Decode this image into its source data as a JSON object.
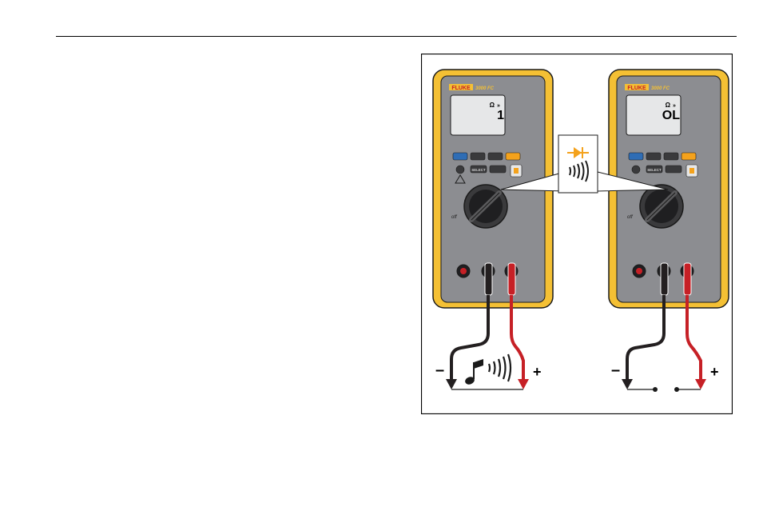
{
  "page": {
    "rule_visible": true
  },
  "figure": {
    "meters": [
      {
        "brand": "FLUKE",
        "model": "3000 FC",
        "subtitle": "TRUE-RMS MULTIMETER",
        "display_symbol": "Ω",
        "display_value": "1",
        "mode": "off"
      },
      {
        "brand": "FLUKE",
        "model": "3000 FC",
        "subtitle": "TRUE-RMS MULTIMETER",
        "display_symbol": "Ω",
        "display_value": "OL",
        "mode": "off"
      }
    ],
    "buttons": {
      "btn1": "",
      "hold": "",
      "range": "",
      "select": "SELECT"
    },
    "circuits": [
      {
        "minus_label": "–",
        "plus_label": "+",
        "state": "closed"
      },
      {
        "minus_label": "–",
        "plus_label": "+",
        "state": "open"
      }
    ],
    "callout": {
      "icon1": "diode-icon",
      "icon2": "continuity-beeper-icon"
    },
    "colors": {
      "meter_body": "#f4c034",
      "meter_outline": "#1a1a1a",
      "panel": "#8c8d91",
      "lcd": "#e6e7e8",
      "button_blue": "#2f6db5",
      "button_orange": "#f4a21c",
      "lead_red": "#c62026",
      "lead_black": "#231f20",
      "callout_orange": "#f4a21c"
    }
  }
}
